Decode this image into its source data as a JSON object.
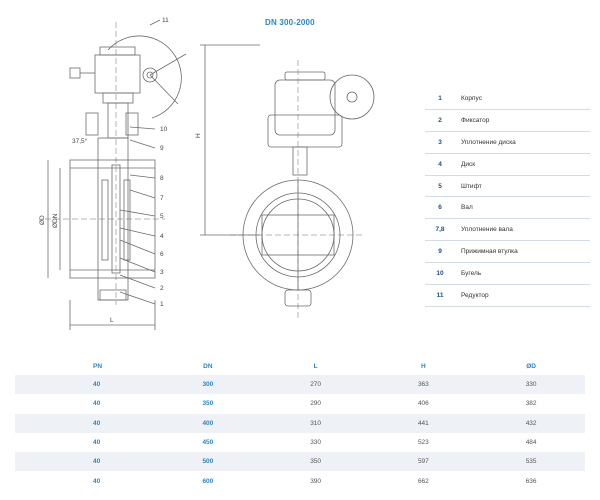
{
  "title": "DN 300-2000",
  "drawing": {
    "callout_numbers": [
      "11",
      "10",
      "9",
      "8",
      "7",
      "5",
      "4",
      "6",
      "3",
      "2",
      "1"
    ],
    "angle_label": "37,5°",
    "dim_D": "ØD",
    "dim_DN": "ØDN",
    "dim_L": "L",
    "dim_H": "H"
  },
  "legend": [
    {
      "num": "1",
      "text": "Корпус"
    },
    {
      "num": "2",
      "text": "Фиксатор"
    },
    {
      "num": "3",
      "text": "Уплотнение диска"
    },
    {
      "num": "4",
      "text": "Диск"
    },
    {
      "num": "5",
      "text": "Штифт"
    },
    {
      "num": "6",
      "text": "Вал"
    },
    {
      "num": "7,8",
      "text": "Уплотнение вала"
    },
    {
      "num": "9",
      "text": "Прижимная втулка"
    },
    {
      "num": "10",
      "text": "Бугель"
    },
    {
      "num": "11",
      "text": "Редуктор"
    }
  ],
  "table": {
    "headers": [
      "PN",
      "DN",
      "L",
      "H",
      "ØD"
    ],
    "rows": [
      [
        "40",
        "300",
        "270",
        "363",
        "330"
      ],
      [
        "40",
        "350",
        "290",
        "406",
        "382"
      ],
      [
        "40",
        "400",
        "310",
        "441",
        "432"
      ],
      [
        "40",
        "450",
        "330",
        "523",
        "484"
      ],
      [
        "40",
        "500",
        "350",
        "597",
        "535"
      ],
      [
        "40",
        "600",
        "390",
        "662",
        "636"
      ]
    ]
  }
}
